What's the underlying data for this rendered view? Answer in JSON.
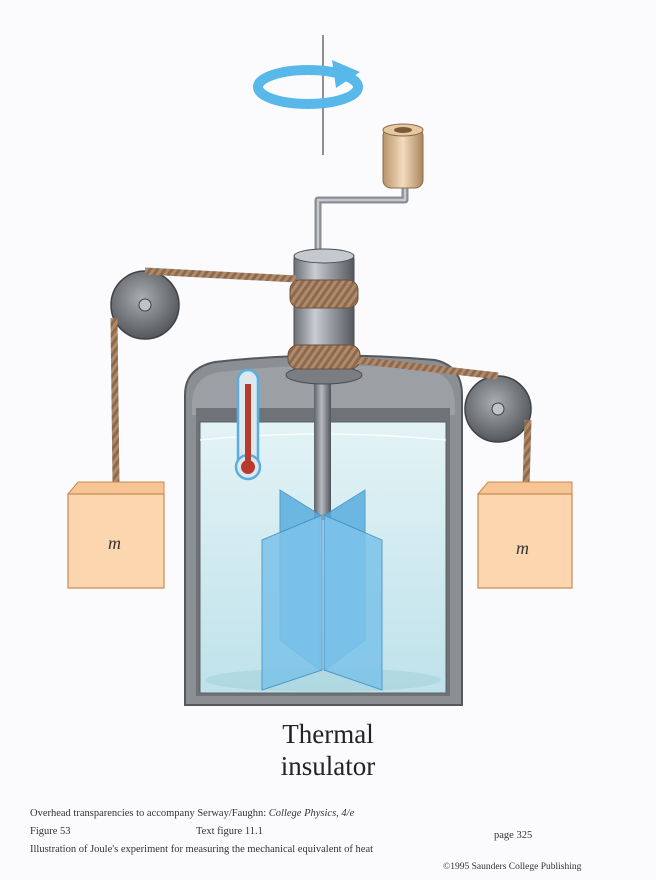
{
  "diagram": {
    "mass_label_left": "m",
    "mass_label_right": "m",
    "caption_line1": "Thermal",
    "caption_line2": "insulator"
  },
  "footer": {
    "line1_prefix": "Overhead transparencies to accompany Serway/Faughn: ",
    "line1_title": "College Physics, 4/e",
    "figure": "Figure 53",
    "text_figure": "Text figure 11.1",
    "page": "page 325",
    "description": "Illustration of Joule's experiment for measuring the mechanical equivalent of heat",
    "copyright": "©1995 Saunders College Publishing"
  },
  "colors": {
    "water": "#cfeaf0",
    "paddle": "#5aaedf",
    "mass_box": "#fcd6ae",
    "rotation_arrow": "#59b8ea",
    "thermometer": "#b83a2f"
  }
}
